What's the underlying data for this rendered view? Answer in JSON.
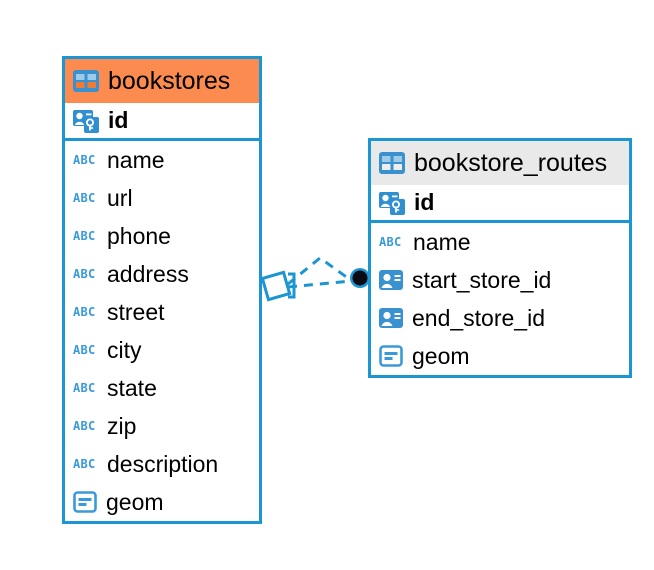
{
  "diagram": {
    "title": "bookstores / bookstore_routes entity relationship",
    "background": "#ffffff",
    "accent_color": "#1b96d2",
    "header_accent_color": "#fb8b4f",
    "header_neutral_color": "#e9e9e9",
    "text_color": "#000000"
  },
  "entities": [
    {
      "name": "bookstores",
      "header_style": "accent",
      "fields": [
        {
          "label": "id",
          "icon": "primary-key-icon",
          "key": true
        },
        {
          "label": "name",
          "icon": "abc-text-icon",
          "key": false
        },
        {
          "label": "url",
          "icon": "abc-text-icon",
          "key": false
        },
        {
          "label": "phone",
          "icon": "abc-text-icon",
          "key": false
        },
        {
          "label": "address",
          "icon": "abc-text-icon",
          "key": false
        },
        {
          "label": "street",
          "icon": "abc-text-icon",
          "key": false
        },
        {
          "label": "city",
          "icon": "abc-text-icon",
          "key": false
        },
        {
          "label": "state",
          "icon": "abc-text-icon",
          "key": false
        },
        {
          "label": "zip",
          "icon": "abc-text-icon",
          "key": false
        },
        {
          "label": "description",
          "icon": "abc-text-icon",
          "key": false
        },
        {
          "label": "geom",
          "icon": "geometry-icon",
          "key": false
        }
      ]
    },
    {
      "name": "bookstore_routes",
      "header_style": "neutral",
      "fields": [
        {
          "label": "id",
          "icon": "primary-key-icon",
          "key": true
        },
        {
          "label": "name",
          "icon": "abc-text-icon",
          "key": false
        },
        {
          "label": "start_store_id",
          "icon": "foreign-key-icon",
          "key": false
        },
        {
          "label": "end_store_id",
          "icon": "foreign-key-icon",
          "key": false
        },
        {
          "label": "geom",
          "icon": "geometry-icon",
          "key": false
        }
      ]
    }
  ],
  "relationship": {
    "from_entity": "bookstores",
    "to_entity": "bookstore_routes",
    "line_style": "dashed",
    "line_color": "#1b96d2",
    "source_marker": "rotated-square-marker",
    "target_marker": "filled-circle-marker"
  },
  "icon_glyphs": {
    "abc_text": "ABC"
  }
}
